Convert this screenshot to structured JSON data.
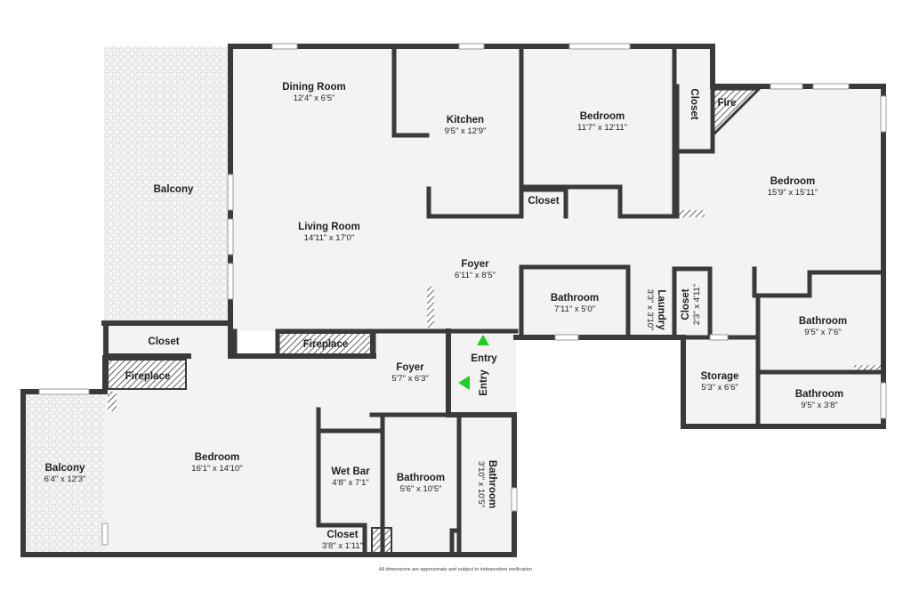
{
  "rooms": {
    "dining_room": {
      "name": "Dining Room",
      "dims": "12'4\" x 6'5\""
    },
    "kitchen": {
      "name": "Kitchen",
      "dims": "9'5\" x 12'9\""
    },
    "bedroom_top": {
      "name": "Bedroom",
      "dims": "11'7\" x 12'11\""
    },
    "closet_top": {
      "name": "Closet"
    },
    "fire_top": {
      "name": "Fire"
    },
    "bedroom_right": {
      "name": "Bedroom",
      "dims": "15'9\" x 15'11\""
    },
    "balcony_top": {
      "name": "Balcony"
    },
    "living_room": {
      "name": "Living Room",
      "dims": "14'11\" x 17'0\""
    },
    "closet_mid": {
      "name": "Closet"
    },
    "foyer_main": {
      "name": "Foyer",
      "dims": "6'11\" x 8'5\""
    },
    "bathroom_mid": {
      "name": "Bathroom",
      "dims": "7'11\" x 5'0\""
    },
    "laundry": {
      "name": "Laundry",
      "dims": "3'3\" x 3'10\""
    },
    "closet_small": {
      "name": "Closet",
      "dims": "2'3\" x 4'11\""
    },
    "bathroom_right1": {
      "name": "Bathroom",
      "dims": "9'5\" x 7'6\""
    },
    "closet_left": {
      "name": "Closet"
    },
    "fireplace_mid": {
      "name": "Fireplace"
    },
    "foyer_small": {
      "name": "Foyer",
      "dims": "5'7\" x 6'3\""
    },
    "entry_a": {
      "name": "Entry"
    },
    "entry_b": {
      "name": "Entry"
    },
    "storage": {
      "name": "Storage",
      "dims": "5'3\" x 6'6\""
    },
    "bathroom_right2": {
      "name": "Bathroom",
      "dims": "9'5\" x 3'8\""
    },
    "fireplace_left": {
      "name": "Fireplace"
    },
    "balcony_left": {
      "name": "Balcony",
      "dims": "6'4\" x 12'3\""
    },
    "bedroom_bottom": {
      "name": "Bedroom",
      "dims": "16'1\" x 14'10\""
    },
    "wet_bar": {
      "name": "Wet Bar",
      "dims": "4'8\" x 7'1\""
    },
    "bathroom_bottom": {
      "name": "Bathroom",
      "dims": "5'6\" x 10'5\""
    },
    "bathroom_vert": {
      "name": "Bathroom",
      "dims": "3'10\" x 10'5\""
    },
    "closet_bottom": {
      "name": "Closet",
      "dims": "3'8\" x 1'11\""
    }
  },
  "disclaimer": "All dimensions are approximate and subject to independent verification",
  "colors": {
    "wall": "#3a3a3a",
    "floor": "#f3f3f3",
    "entry_marker": "#22cc22"
  }
}
